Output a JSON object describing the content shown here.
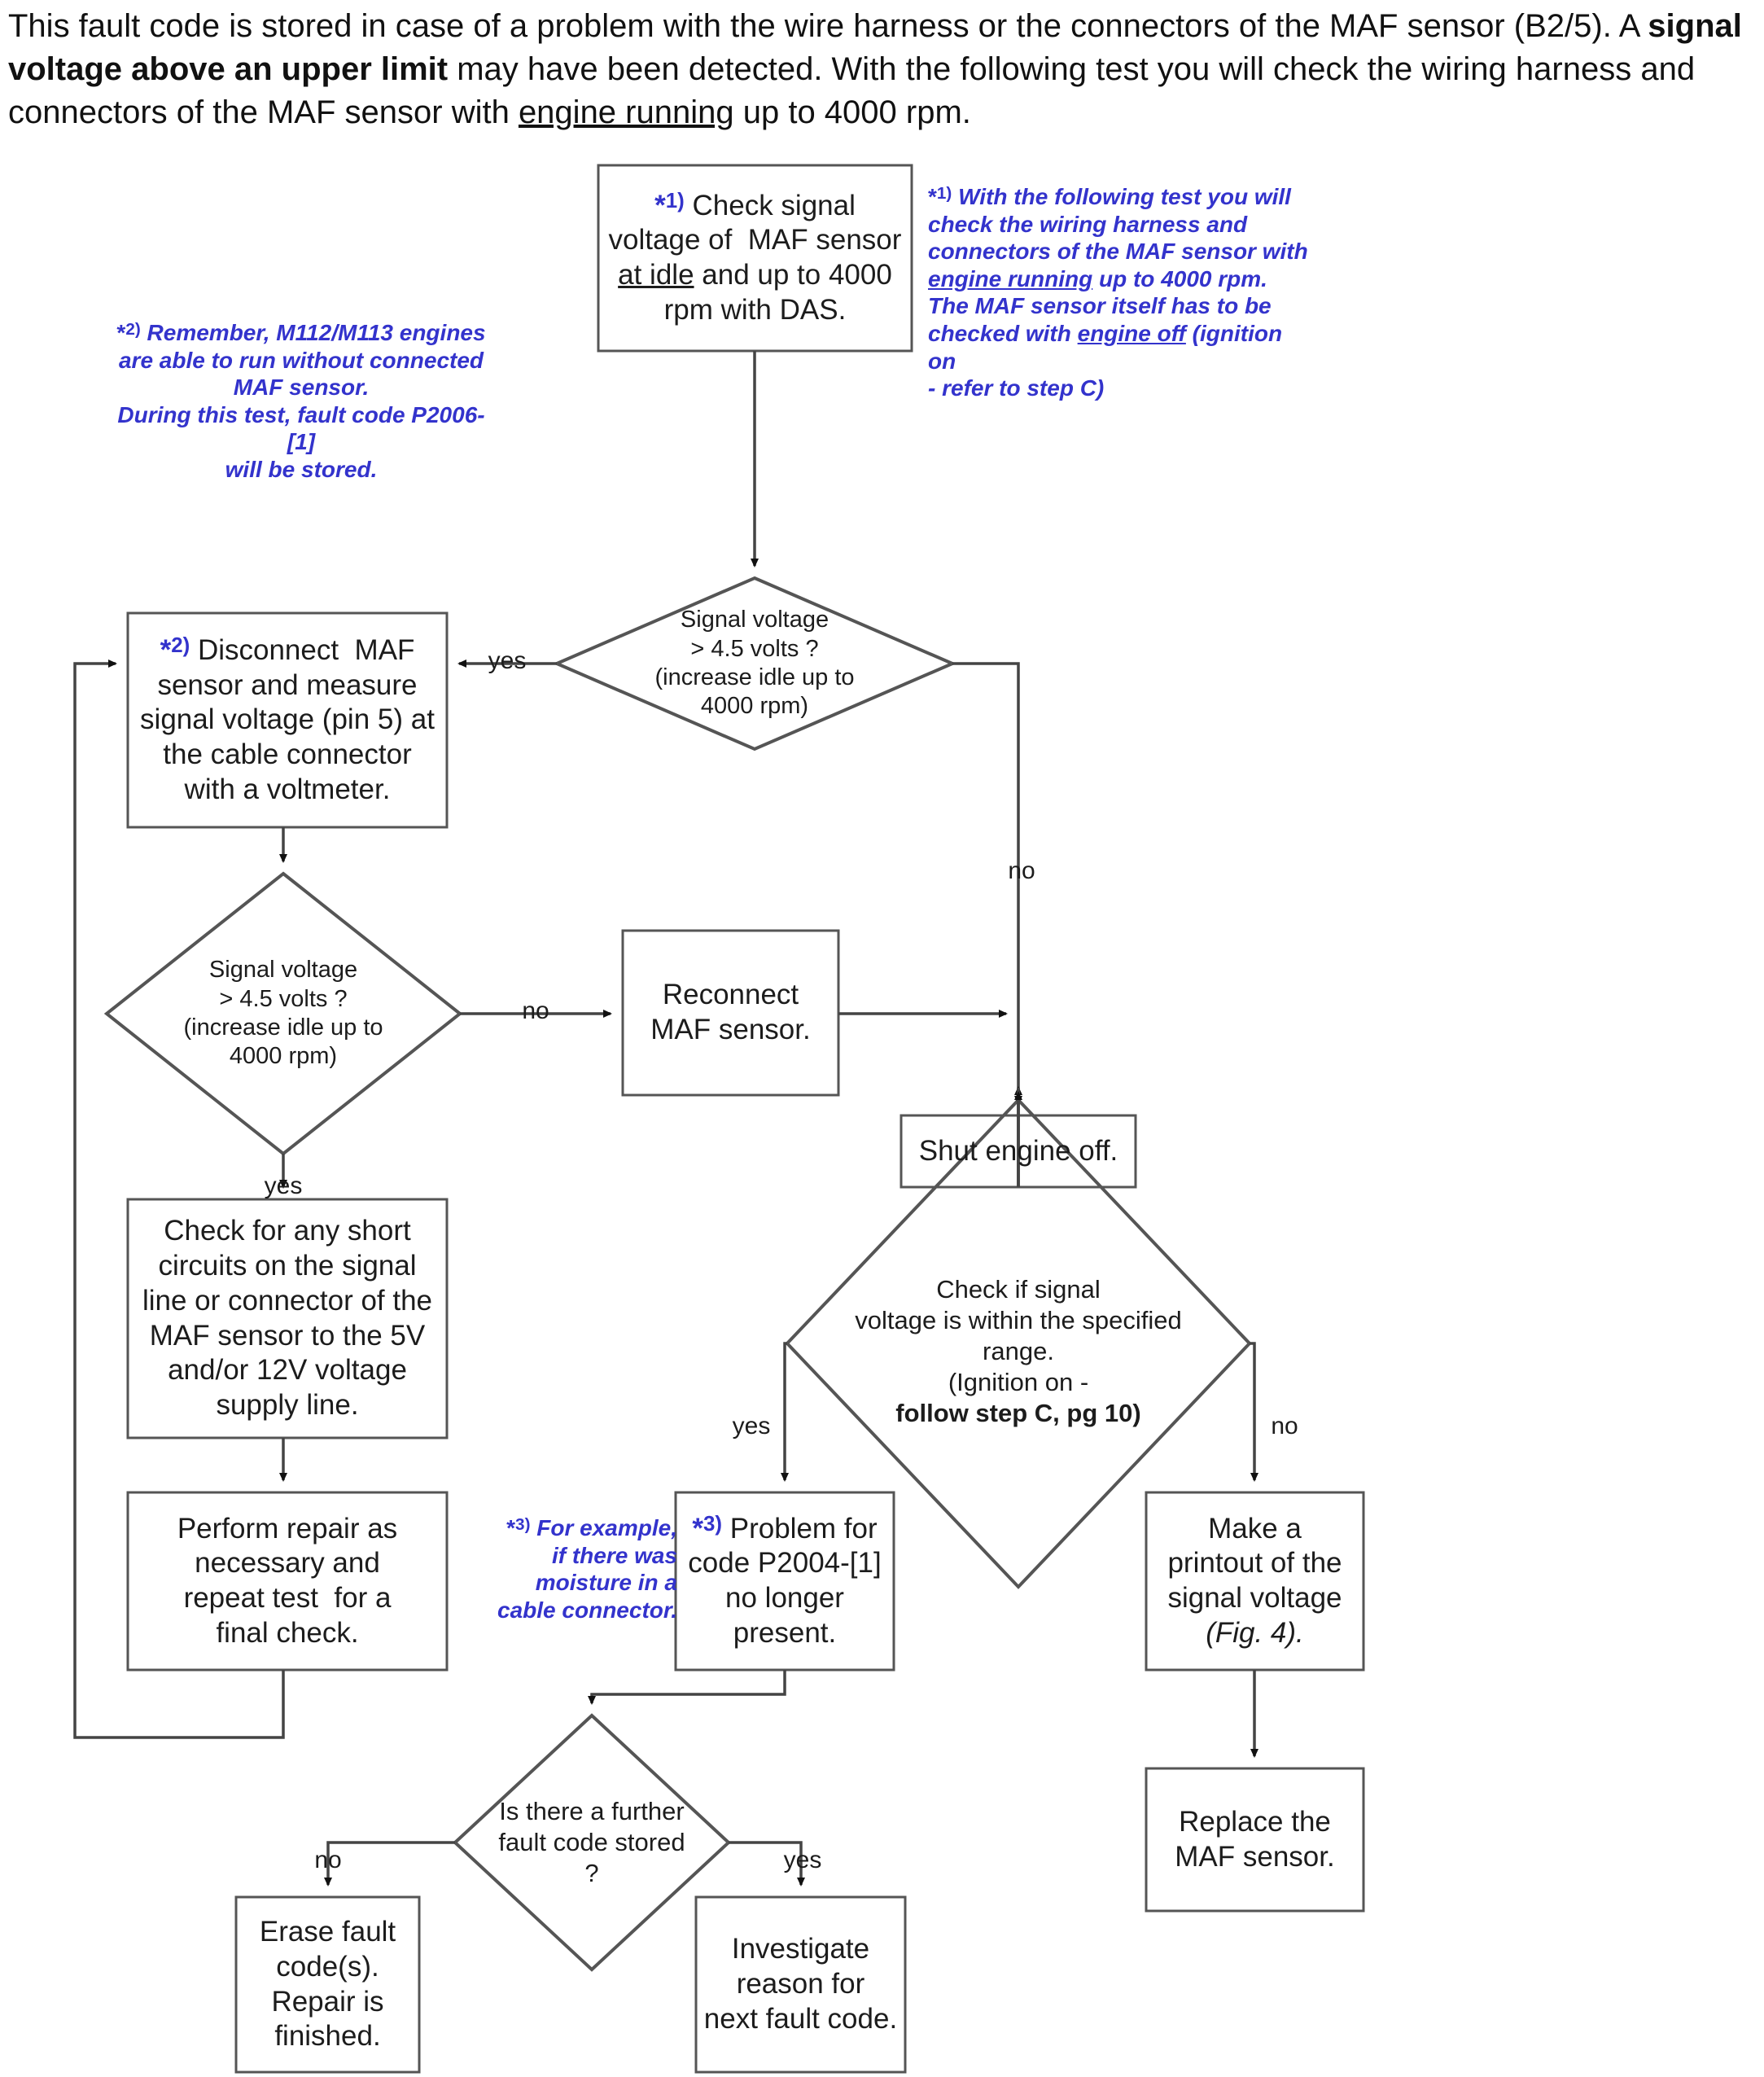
{
  "intro": {
    "line1_a": "This fault code is stored in case of a problem with the wire harness or the connectors of the  MAF sensor (B2/5). A ",
    "line1_bold": "signal voltage above an upper limit",
    "line1_b": " may have been detected. With the following test you will check the wiring harness and connectors of the  MAF sensor with ",
    "line1_underline": "engine running",
    "line1_c": " up to 4000 rpm."
  },
  "colors": {
    "note_blue": "#3333CC",
    "shape_stroke": "#555555",
    "text": "#1C1C1C",
    "background": "#FFFFFF"
  },
  "nodes": {
    "check_signal_voltage": {
      "ref": "*1)",
      "text": "Check signal voltage of  MAF sensor at idle and up to 4000 rpm with DAS.",
      "underlined": "at idle",
      "shape": "process"
    },
    "disconnect_maf": {
      "ref": "*2)",
      "text": "Disconnect  MAF sensor and measure signal voltage (pin 5) at the cable connector with a voltmeter.",
      "shape": "process"
    },
    "decision_1": {
      "line1": "Signal voltage",
      "line2": "> 4.5 volts ?",
      "line3": "(increase idle up to",
      "line4": "4000 rpm)",
      "shape": "decision"
    },
    "decision_2": {
      "line1": "Signal voltage",
      "line2": "> 4.5 volts ?",
      "line3": "(increase idle up to",
      "line4": "4000 rpm)",
      "shape": "decision"
    },
    "reconnect_maf": {
      "text": "Reconnect MAF sensor.",
      "shape": "process"
    },
    "shut_engine_off": {
      "text": "Shut engine off.",
      "shape": "process"
    },
    "check_short_circuits": {
      "text": "Check for any short circuits on the signal line or connector of the MAF sensor to the 5V and/or 12V voltage supply line.",
      "shape": "process"
    },
    "decision_3": {
      "line1": "Check if signal",
      "line2": "voltage is within the specified",
      "line3": "range.",
      "line4": "(Ignition on -",
      "line5_bold": "follow step C, pg 10)",
      "shape": "decision"
    },
    "perform_repair": {
      "text": "Perform repair as necessary and repeat test  for a final check.",
      "shape": "process"
    },
    "problem_no_longer_present": {
      "ref": "*3)",
      "text": "Problem for code P2004-[1] no longer present.",
      "shape": "process"
    },
    "make_printout": {
      "line1": "Make a",
      "line2": "printout of the",
      "line3": "signal voltage",
      "line4_italic": "(Fig. 4).",
      "shape": "process"
    },
    "replace_maf": {
      "text": "Replace the MAF sensor.",
      "shape": "process"
    },
    "decision_4": {
      "line1": "Is there a further",
      "line2": "fault code stored ?",
      "shape": "decision"
    },
    "erase_fault_codes": {
      "text": "Erase fault code(s). Repair is finished.",
      "shape": "process"
    },
    "investigate_reason": {
      "text": "Investigate reason for next fault code.",
      "shape": "process"
    }
  },
  "notes": {
    "note1": {
      "marker": "*1)",
      "l1": " With the following test you will",
      "l2": "check the wiring harness and",
      "l3": "connectors of the  MAF sensor with",
      "l4_u": "engine running",
      "l4_rest": " up to 4000 rpm.",
      "l5": "The  MAF sensor itself has to be",
      "l6_pre": "checked with ",
      "l6_u": "engine off",
      "l6_rest": " (ignition on",
      "l7": "- refer to step C)"
    },
    "note2": {
      "marker": "*2)",
      "l1": " Remember, M112/M113 engines",
      "l2": "are able to run without connected",
      "l3": "MAF sensor.",
      "l4": "During this test, fault code P2006-[1]",
      "l5": "will be stored."
    },
    "note3": {
      "marker": "*3)",
      "l1": " For example,",
      "l2": "if there was",
      "l3": "moisture in a",
      "l4": "cable connector."
    }
  },
  "edge_labels": {
    "d1_yes": "yes",
    "d1_no": "no",
    "d2_no": "no",
    "d2_yes": "yes",
    "d3_yes": "yes",
    "d3_no": "no",
    "d4_no": "no",
    "d4_yes": "yes"
  }
}
